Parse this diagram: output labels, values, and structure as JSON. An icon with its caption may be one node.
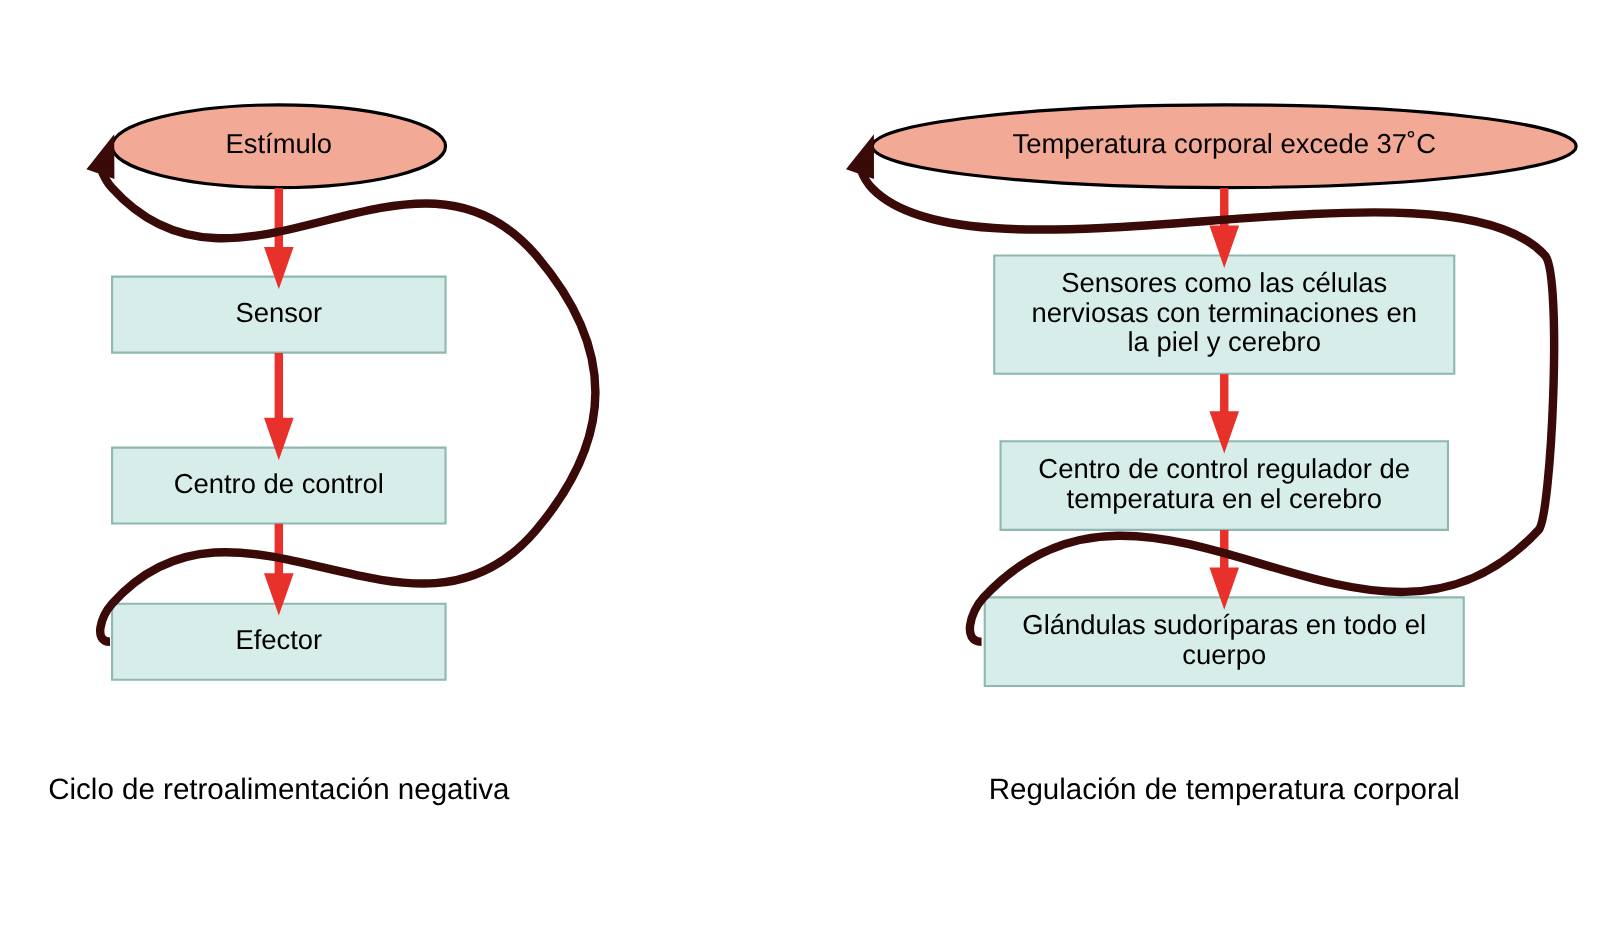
{
  "diagram": {
    "nodes": [
      {
        "text": [
          "Estímulo"
        ]
      },
      {
        "text": [
          "Sensor"
        ]
      },
      {
        "text": [
          "Centro de control"
        ]
      },
      {
        "text": [
          "Efector"
        ]
      },
      {
        "text": [
          "Temperatura corporal excede 37˚C"
        ]
      },
      {
        "text": [
          "Sensores como las células nerviosas con terminaciones en la piel y cerebro"
        ]
      },
      {
        "text": [
          "Centro de control regulador de temperatura en el cerebro"
        ]
      },
      {
        "text": [
          "Glándulas sudoríparas en todo el cuerpo"
        ]
      }
    ],
    "edges": [
      {
        "from": 0,
        "to": 1,
        "arrow": "to"
      },
      {
        "from": 1,
        "to": 2,
        "arrow": "to"
      },
      {
        "from": 2,
        "to": 3,
        "arrow": "to"
      },
      {
        "from": 3,
        "to": 0,
        "arrow": "to",
        "color": "#3a0a08"
      },
      {
        "from": 4,
        "to": 5,
        "arrow": "to"
      },
      {
        "from": 5,
        "to": 6,
        "arrow": "to"
      },
      {
        "from": 6,
        "to": 7,
        "arrow": "to"
      },
      {
        "from": 7,
        "to": 4,
        "arrow": "to",
        "color": "#3a0a08"
      }
    ],
    "labels": [
      "Ciclo de retroalimentación negativa",
      "Regulación de temperatura corporal"
    ]
  }
}
